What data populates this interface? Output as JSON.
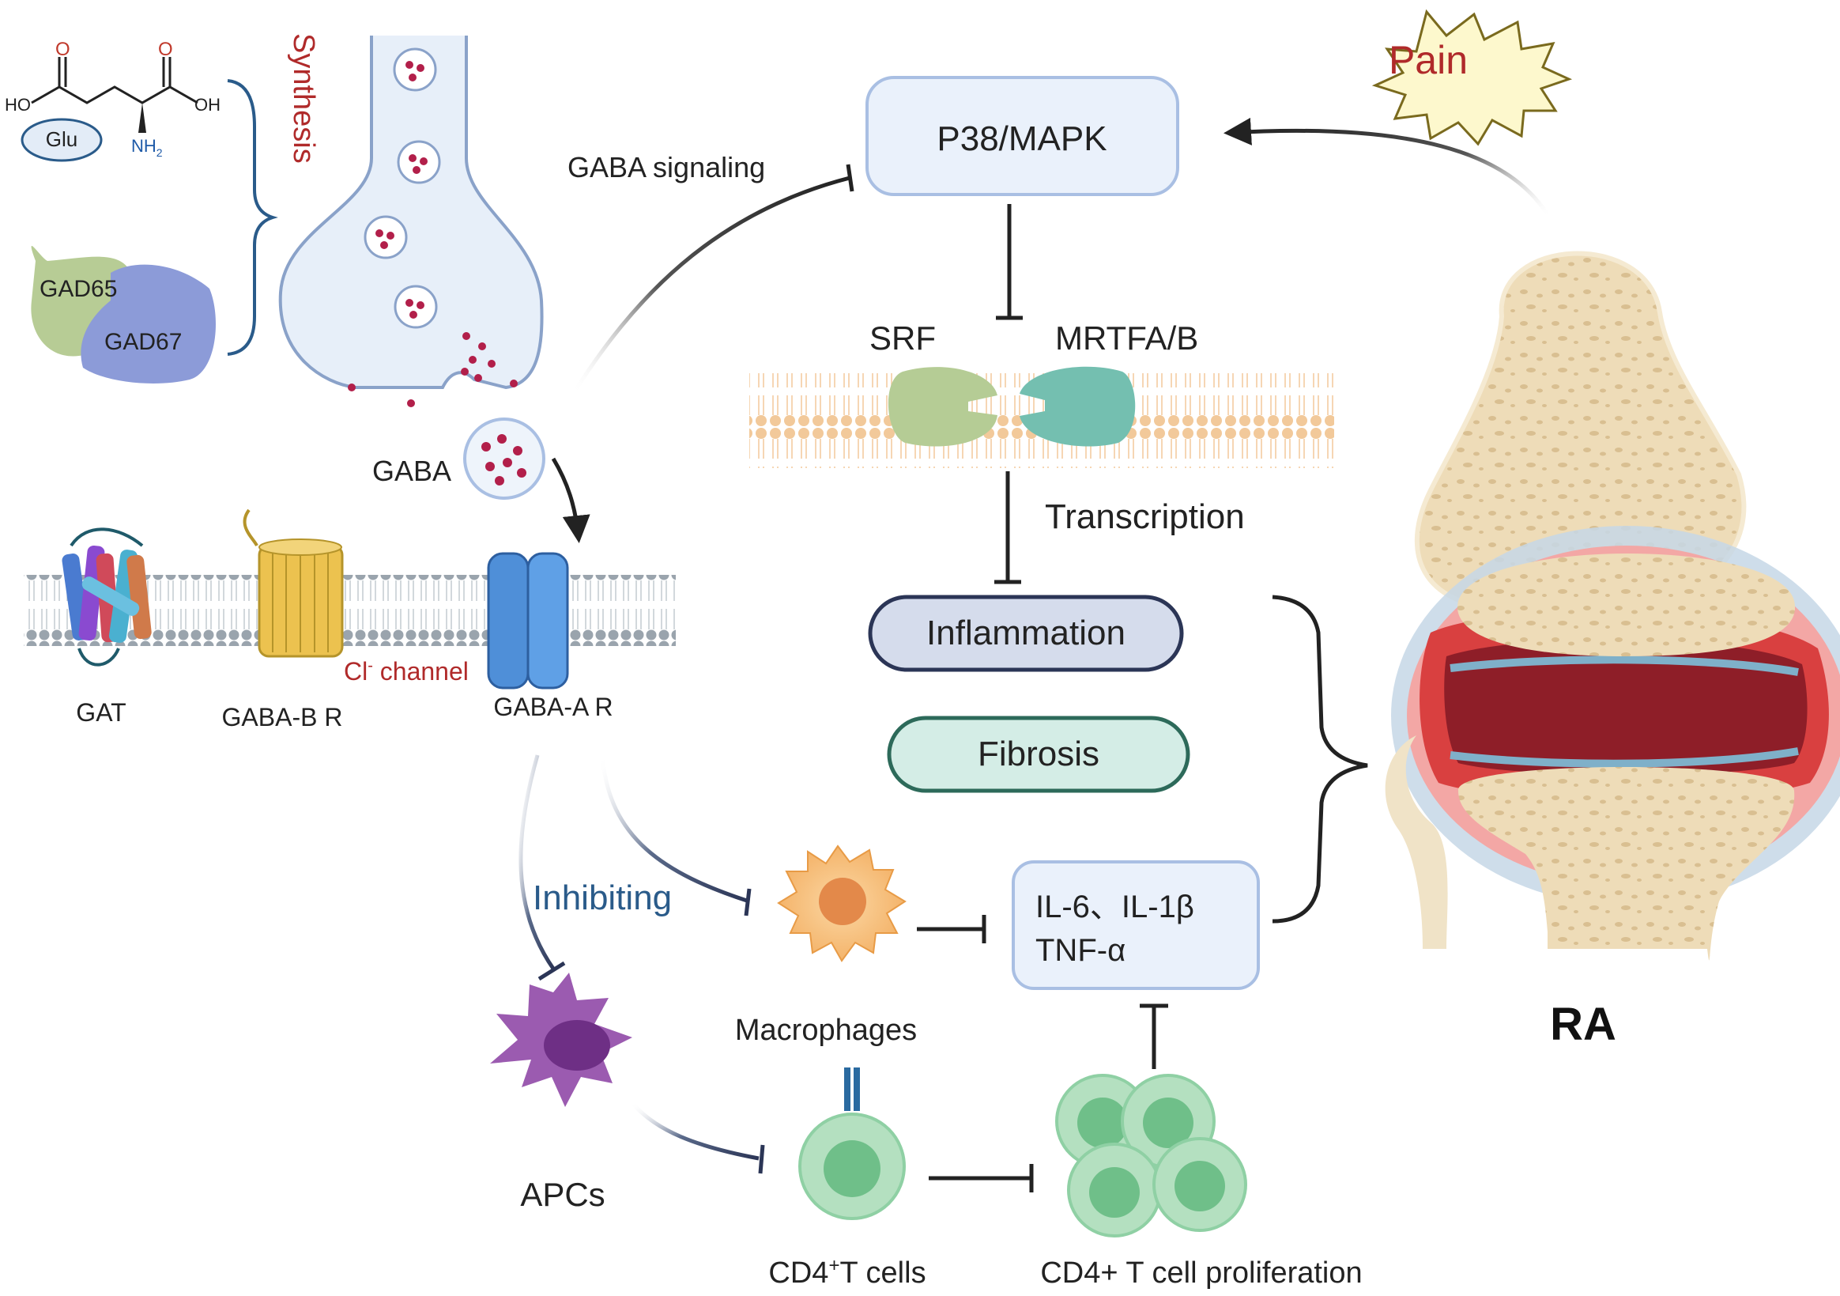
{
  "synthesis": {
    "glu": "Glu",
    "ho": "HO",
    "oh": "OH",
    "o1": "O",
    "o2": "O",
    "nh2": "NH",
    "nh2_sub": "2",
    "gad65": "GAD65",
    "gad67": "GAD67",
    "synthesis_label": "Synthesis"
  },
  "gaba": {
    "gaba_label": "GABA",
    "gaba_signaling": "GABA signaling"
  },
  "membrane": {
    "gat": "GAT",
    "gaba_b": "GABA-B R",
    "gaba_a": "GABA-A R",
    "cl_channel_prefix": "Cl",
    "cl_channel_sup": "-",
    "cl_channel_suffix": " channel"
  },
  "pathway": {
    "p38": "P38/MAPK",
    "srf": "SRF",
    "mrtfa": "MRTFA/B",
    "transcription": "Transcription",
    "inflammation": "Inflammation",
    "fibrosis": "Fibrosis",
    "cytokines_line1": "IL-6、IL-1β",
    "cytokines_line2": "TNF-α"
  },
  "immune": {
    "inhibiting": "Inhibiting",
    "macrophages": "Macrophages",
    "apcs": "APCs",
    "cd4_prefix": "CD4",
    "cd4_sup": "+",
    "cd4_suffix": "T cells",
    "proliferation": "CD4+ T cell proliferation"
  },
  "disease": {
    "pain": "Pain",
    "ra": "RA"
  },
  "colors": {
    "box_fill": "#eaf1fb",
    "box_stroke": "#a9bfe3",
    "inflammation_fill": "#d5dcec",
    "inflammation_stroke": "#2b3556",
    "fibrosis_fill": "#d4ede6",
    "fibrosis_stroke": "#2d6a5a",
    "accent_red": "#b02a2a",
    "inhibiting_blue": "#2a5b8a",
    "tcell_green": "#8fd0a4"
  }
}
